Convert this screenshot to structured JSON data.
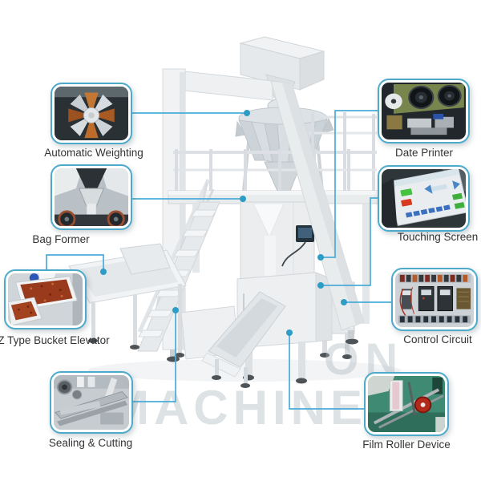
{
  "watermark": {
    "line1": "ON",
    "line2": "MACHINE"
  },
  "callouts": [
    {
      "id": "automatic-weighting",
      "label": "Automatic Weighting"
    },
    {
      "id": "date-printer",
      "label": "Date Printer"
    },
    {
      "id": "bag-former",
      "label": "Bag Former"
    },
    {
      "id": "touching-screen",
      "label": "Touching Screen"
    },
    {
      "id": "z-type-bucket-elevator",
      "label": "Z Type Bucket Elevator"
    },
    {
      "id": "control-circuit",
      "label": "Control Circuit"
    },
    {
      "id": "sealing-cutting",
      "label": "Sealing & Cutting"
    },
    {
      "id": "film-roller-device",
      "label": "Film Roller Device"
    }
  ],
  "colors": {
    "accent_dot": "#2d9dc6",
    "connector_line": "#4aacd8",
    "thumbnail_border": "#4daacb",
    "label_text": "#333333",
    "background": "#ffffff"
  }
}
